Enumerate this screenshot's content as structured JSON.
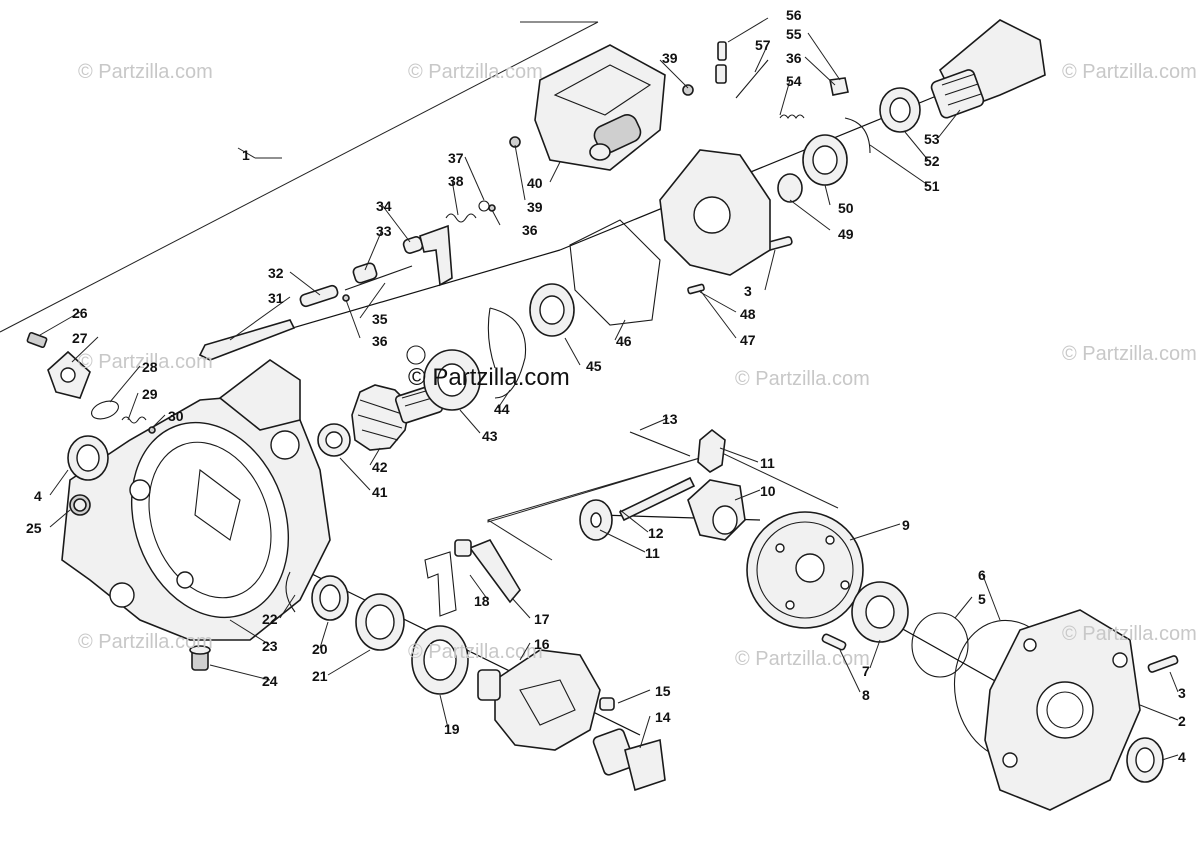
{
  "watermarks": {
    "corner": "© Partzilla.com",
    "center": "© Partzilla.com"
  },
  "callouts": {
    "c1": "1",
    "c2": "2",
    "c3a": "3",
    "c3b": "3",
    "c4a": "4",
    "c4b": "4",
    "c5": "5",
    "c6": "6",
    "c7": "7",
    "c8": "8",
    "c9": "9",
    "c10": "10",
    "c11a": "11",
    "c11b": "11",
    "c12": "12",
    "c13": "13",
    "c14": "14",
    "c15": "15",
    "c16": "16",
    "c17": "17",
    "c18": "18",
    "c19": "19",
    "c20": "20",
    "c21": "21",
    "c22": "22",
    "c23": "23",
    "c24": "24",
    "c25": "25",
    "c26": "26",
    "c27": "27",
    "c28": "28",
    "c29": "29",
    "c30": "30",
    "c31": "31",
    "c32": "32",
    "c33": "33",
    "c34": "34",
    "c35": "35",
    "c36a": "36",
    "c36b": "36",
    "c36c": "36",
    "c37": "37",
    "c38": "38",
    "c39a": "39",
    "c39b": "39",
    "c40": "40",
    "c41": "41",
    "c42": "42",
    "c43": "43",
    "c44": "44",
    "c45": "45",
    "c46": "46",
    "c47": "47",
    "c48": "48",
    "c49": "49",
    "c50": "50",
    "c51": "51",
    "c52": "52",
    "c53": "53",
    "c54": "54",
    "c55": "55",
    "c56": "56",
    "c57": "57"
  }
}
